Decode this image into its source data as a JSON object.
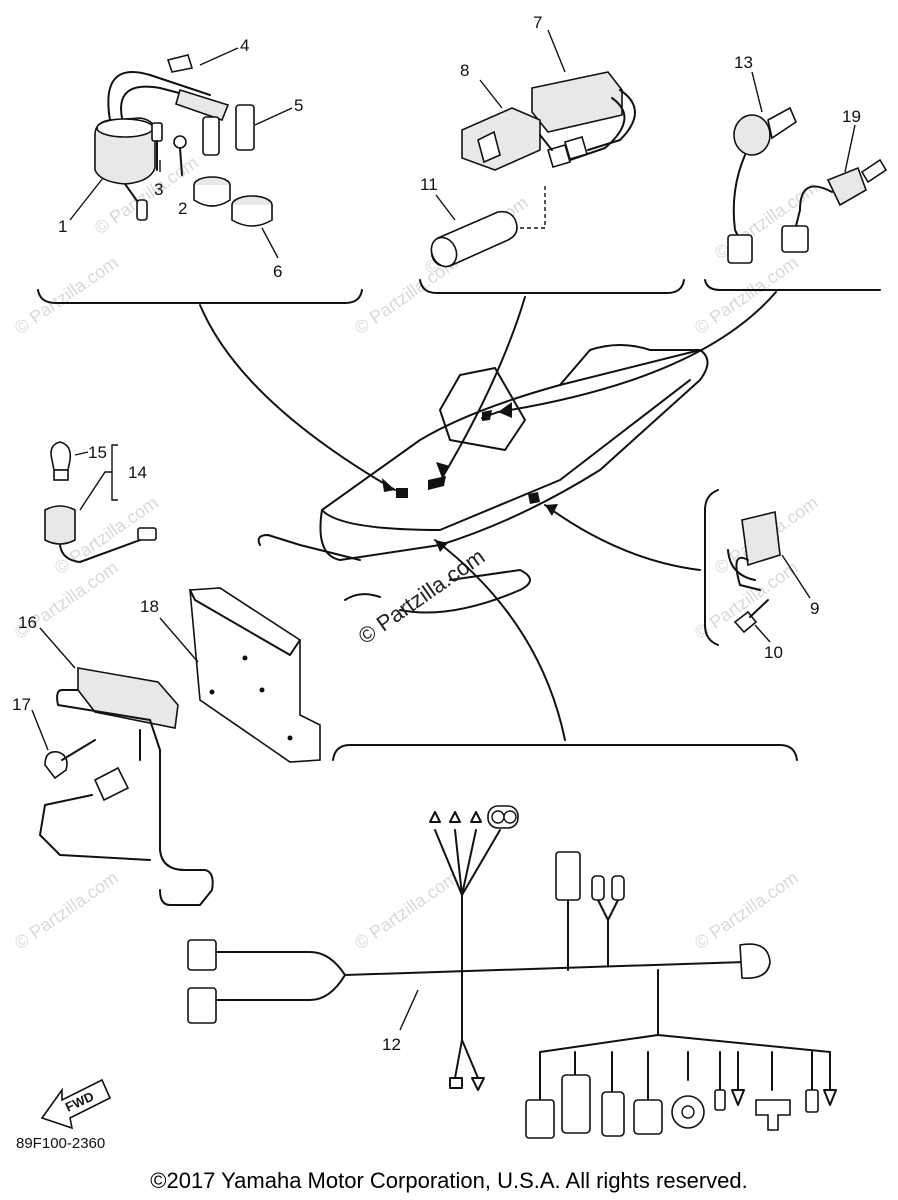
{
  "diagram_code": "89F100-2360",
  "fwd_label": "FWD",
  "copyright": "©2017 Yamaha Motor Corporation, U.S.A. All rights reserved.",
  "watermark": "© Partzilla.com",
  "parts": {
    "p1": "1",
    "p2": "2",
    "p3": "3",
    "p4": "4",
    "p5": "5",
    "p6": "6",
    "p7": "7",
    "p8": "8",
    "p9": "9",
    "p10": "10",
    "p11": "11",
    "p12": "12",
    "p13": "13",
    "p14": "14",
    "p15": "15",
    "p16": "16",
    "p17": "17",
    "p18": "18",
    "p19": "19"
  }
}
